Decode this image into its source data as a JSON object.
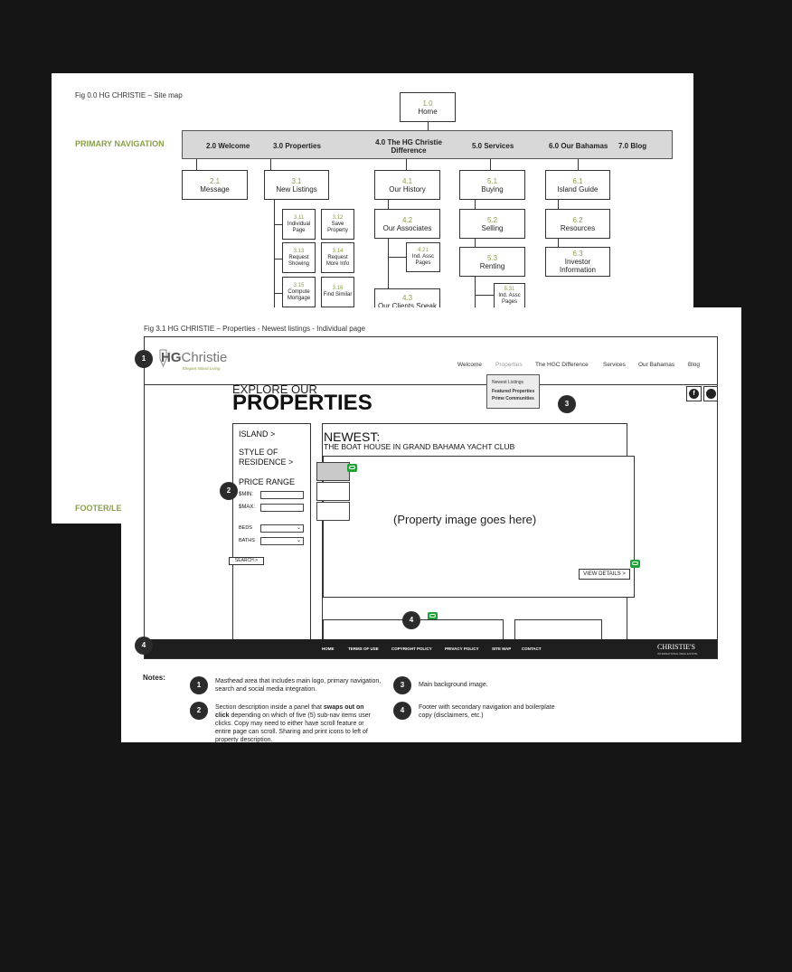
{
  "sitemap": {
    "fig_title": "Fig 0.0 HG CHRISTIE – Site map",
    "primary_nav_label": "PRIMARY NAVIGATION",
    "footer_label": "FOOTER/LE",
    "home": {
      "num": "1.0",
      "label": "Home"
    },
    "nav": [
      "2.0 Welcome",
      "3.0 Properties",
      "4.0 The HG Christie Difference",
      "5.0 Services",
      "6.0 Our Bahamas",
      "7.0 Blog"
    ],
    "nodes": {
      "n2_1": {
        "num": "2.1",
        "label": "Message"
      },
      "n3_1": {
        "num": "3.1",
        "label": "New Listings"
      },
      "n3_11": {
        "num": "3.11",
        "label": "Individual Page"
      },
      "n3_12": {
        "num": "3.12",
        "label": "Save Property"
      },
      "n3_13": {
        "num": "3.13",
        "label": "Request Showing"
      },
      "n3_14": {
        "num": "3.14",
        "label": "Request More Info"
      },
      "n3_15": {
        "num": "3.15",
        "label": "Compute Mortgage"
      },
      "n3_16": {
        "num": "3.16",
        "label": "Find Similar"
      },
      "n4_1": {
        "num": "4.1",
        "label": "Our History"
      },
      "n4_2": {
        "num": "4.2",
        "label": "Our Associates"
      },
      "n4_21": {
        "num": "4.21",
        "label": "Ind. Assc Pages"
      },
      "n4_3": {
        "num": "4.3",
        "label": "Our Clients Speak"
      },
      "n5_1": {
        "num": "5.1",
        "label": "Buying"
      },
      "n5_2": {
        "num": "5.2",
        "label": "Selling"
      },
      "n5_3": {
        "num": "5.3",
        "label": "Renting"
      },
      "n5_31": {
        "num": "5.31",
        "label": "Ind. Assc Pages"
      },
      "n6_1": {
        "num": "6.1",
        "label": "Island Guide"
      },
      "n6_2": {
        "num": "6.2",
        "label": "Resources"
      },
      "n6_3": {
        "num": "6.3",
        "label": "Investor Information"
      }
    }
  },
  "wireframe": {
    "fig_title": "Fig 3.1 HG CHRISTIE – Properties - Newest listings - Individual page",
    "logo": {
      "hg": "HG",
      "name": "Christie",
      "tagline": "Elegant Island Living"
    },
    "nav": [
      "Welcome",
      "Properties",
      "The HGC Difference",
      "Services",
      "Our Bahamas",
      "Blog"
    ],
    "dropdown": [
      "Newest Listings",
      "Featured Properties",
      "Prime Communities"
    ],
    "explore": "EXPLORE OUR",
    "properties": "PROPERTIES",
    "sidebar": {
      "island": "ISLAND >",
      "style": "STYLE OF RESIDENCE >",
      "price_range": "PRICE RANGE",
      "min": "$MIN:",
      "max": "$MAX:",
      "beds": "BEDS",
      "baths": "BATHS",
      "search": "SEARCH >"
    },
    "newest": "NEWEST:",
    "listing_title": "THE BOAT HOUSE IN GRAND BAHAMA YACHT CLUB",
    "image_placeholder": "(Property image goes here)",
    "view_details": "VIEW DETAILS >",
    "footer_links": [
      "HOME",
      "TERMS OF USE",
      "COPYRIGHT POLICY",
      "PRIVACY POLICY",
      "SITE MAP",
      "CONTACT"
    ],
    "footer_logo": "CHRISTIE'S",
    "footer_logo_sub": "INTERNATIONAL REAL ESTATE",
    "badges": [
      "1",
      "2",
      "3",
      "4"
    ],
    "notes_label": "Notes:",
    "notes": [
      {
        "n": "1",
        "text": "Masthead area that includes main logo, primary navigation, search and social media integration."
      },
      {
        "n": "2",
        "bold": "swaps out on click",
        "pre": "Section description inside a panel that ",
        "post": " depending on which of five (5) sub-nav items user clicks. Copy may need to either have scroll feature or entire page can scroll. Sharing and print icons to left of property description."
      },
      {
        "n": "3",
        "text": "Main background image."
      },
      {
        "n": "4",
        "text": "Footer with secondary navigation and boilerplate copy (disclaimers, etc.)"
      }
    ],
    "social_icons": [
      "facebook-icon",
      "twitter-icon"
    ],
    "colors": {
      "accent_green": "#8aa04a",
      "footer": "#1e1e1e",
      "badge": "#2b2b2b",
      "chat_icon": "#1ea236"
    }
  }
}
